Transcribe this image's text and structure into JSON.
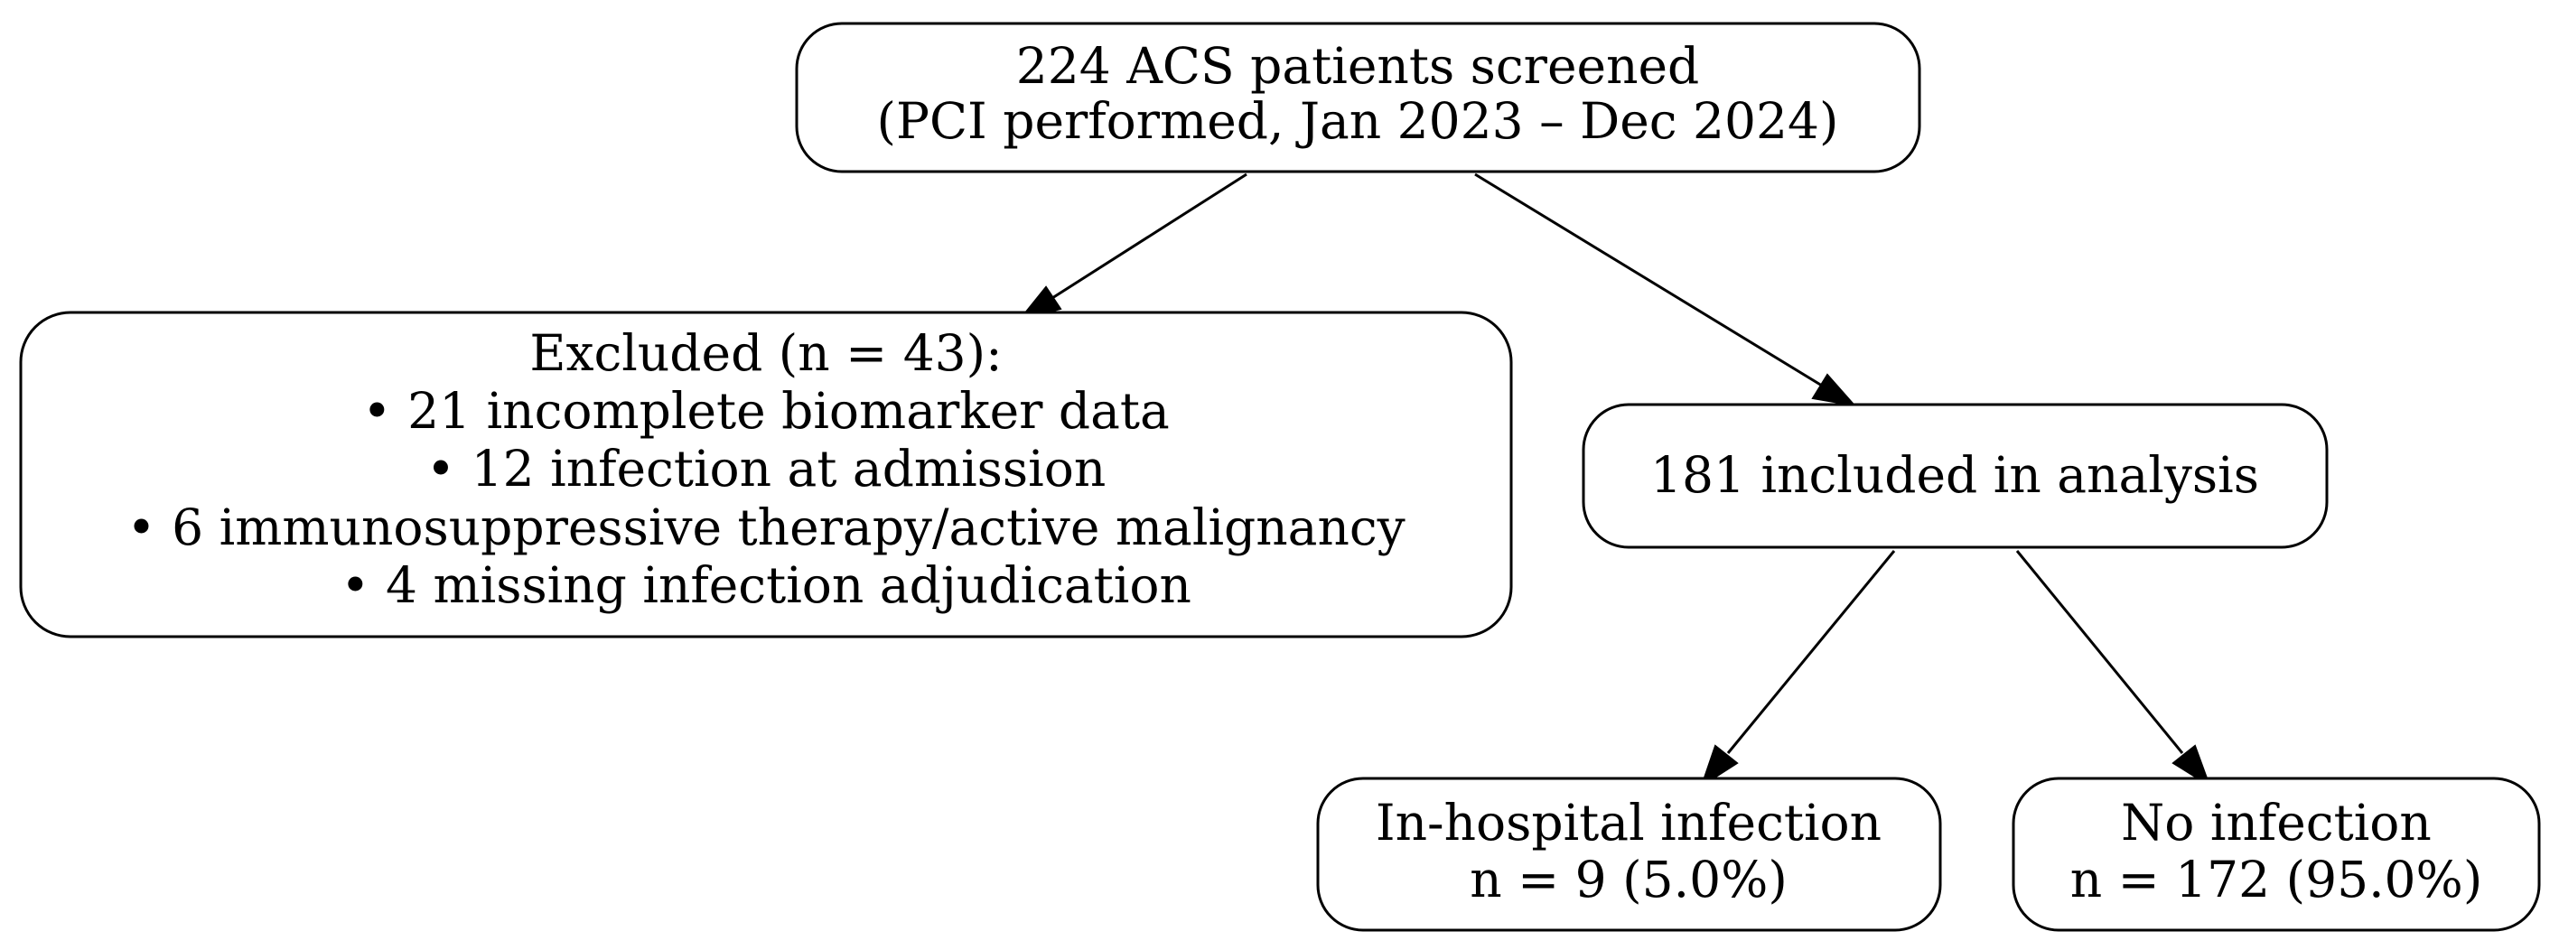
{
  "flowchart": {
    "screened": {
      "line1": "224 ACS patients screened",
      "line2": "(PCI performed, Jan 2023 – Dec 2024)"
    },
    "excluded": {
      "heading": "Excluded (n = 43):",
      "reasons": [
        "• 21 incomplete biomarker data",
        "• 12 infection at admission",
        "• 6 immunosuppressive therapy/active malignancy",
        "• 4 missing infection adjudication"
      ]
    },
    "included": {
      "line1": "181 included in analysis"
    },
    "infection": {
      "line1": "In-hospital infection",
      "line2": "n = 9 (5.0%)"
    },
    "no_infection": {
      "line1": "No infection",
      "line2": "n = 172 (95.0%)"
    }
  }
}
